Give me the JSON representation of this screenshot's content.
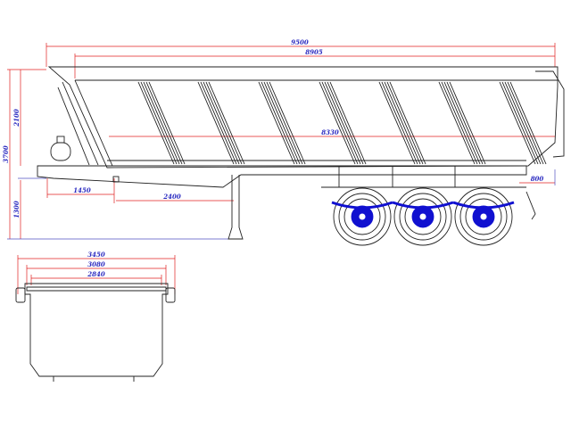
{
  "title": "Tipper semi-trailer dimension drawing",
  "colors": {
    "dimension_line": "#e02020",
    "dimension_text": "#2a2ac0",
    "outline": "#222222",
    "axle": "#1010d0"
  },
  "side_view": {
    "dims": {
      "overall_length": "9500",
      "body_length": "8905",
      "inner_length": "8330",
      "overall_height": "3700",
      "body_height": "2100",
      "chassis_height": "1300",
      "kingpin_offset": "1450",
      "landing_gear_offset": "2400",
      "rear_overhang": "800"
    },
    "axle_count": 3
  },
  "rear_view": {
    "dims": {
      "overall_width": "3450",
      "body_width": "3080",
      "inner_width": "2840"
    }
  }
}
